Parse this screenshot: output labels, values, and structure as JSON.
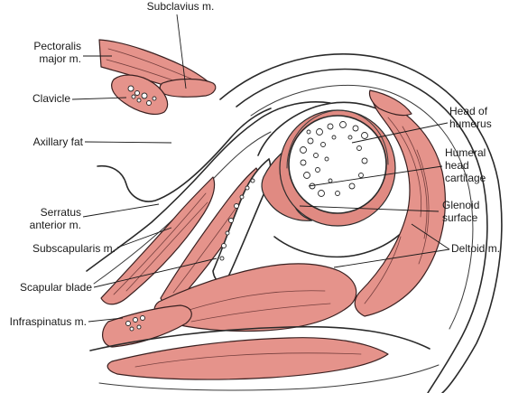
{
  "labels": {
    "subclavius": "Subclavius m.",
    "pectoralis_1": "Pectoralis",
    "pectoralis_2": "major m.",
    "clavicle": "Clavicle",
    "axillary_fat": "Axillary fat",
    "serratus_1": "Serratus",
    "serratus_2": "anterior m.",
    "subscapularis": "Subscapularis m.",
    "scapular_blade": "Scapular blade",
    "infraspinatus": "Infraspinatus m.",
    "head_humerus_1": "Head of",
    "head_humerus_2": "humerus",
    "cartilage_1": "Humeral",
    "cartilage_2": "head",
    "cartilage_3": "cartilage",
    "glenoid_1": "Glenoid",
    "glenoid_2": "surface",
    "deltoid": "Deltoid m."
  },
  "colors": {
    "muscle": "#e5938b",
    "cartilage": "#e08a82",
    "ink": "#2a2a2a"
  }
}
